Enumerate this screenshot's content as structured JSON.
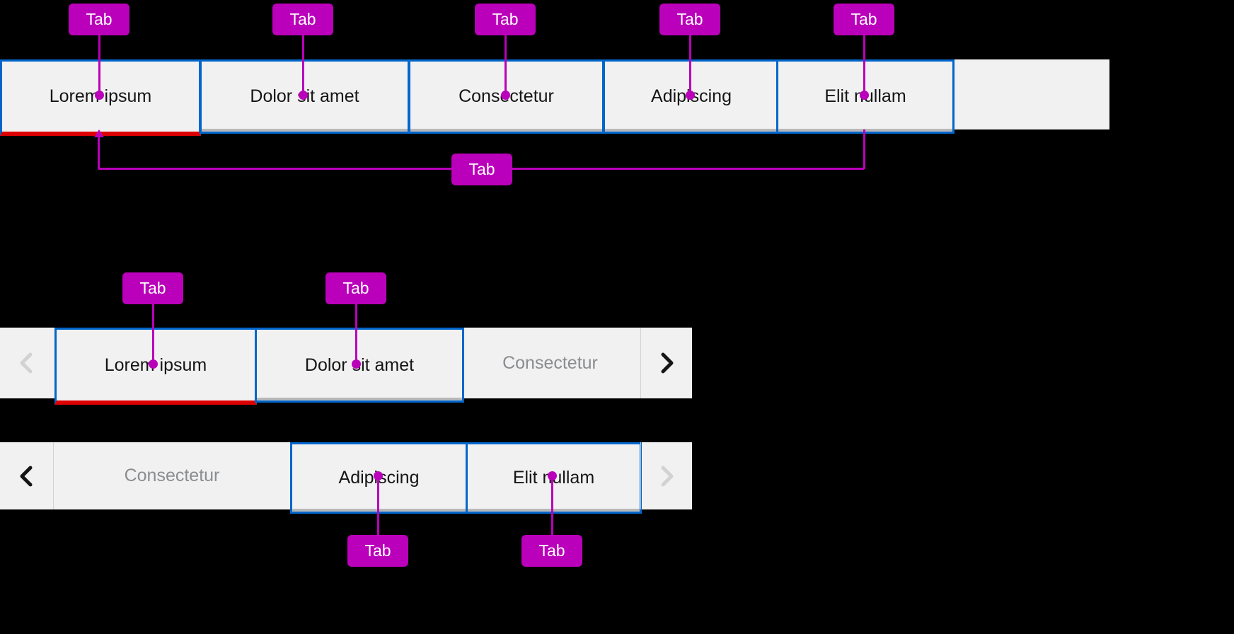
{
  "annotation": {
    "label": "Tab"
  },
  "colors": {
    "background": "#000000",
    "bar_bg": "#f1f1f1",
    "tab_bg": "#f1f1f1",
    "tab_border": "#0066cc",
    "active_underline": "#dd0000",
    "inactive_underline": "#b8b8b8",
    "tab_text": "#151515",
    "overflow_text": "#8a8d90",
    "divider": "#d2d2d2",
    "chevron_enabled": "#151515",
    "chevron_disabled": "#d2d2d2",
    "annotation": "#ba00ba"
  },
  "bars": [
    {
      "tabs": [
        {
          "label": "Lorem ipsum",
          "state": "active"
        },
        {
          "label": "Dolor sit amet",
          "state": "default"
        },
        {
          "label": "Consectetur",
          "state": "default"
        },
        {
          "label": "Adipiscing",
          "state": "default"
        },
        {
          "label": "Elit nullam",
          "state": "default"
        }
      ]
    },
    {
      "left_scroll_enabled": false,
      "right_scroll_enabled": true,
      "tabs": [
        {
          "label": "Lorem ipsum",
          "state": "active"
        },
        {
          "label": "Dolor sit amet",
          "state": "default"
        },
        {
          "label": "Consectetur",
          "state": "overflow"
        }
      ]
    },
    {
      "left_scroll_enabled": true,
      "right_scroll_enabled": false,
      "tabs": [
        {
          "label": "Consectetur",
          "state": "overflow"
        },
        {
          "label": "Adipiscing",
          "state": "default"
        },
        {
          "label": "Elit nullam",
          "state": "default"
        }
      ]
    }
  ]
}
